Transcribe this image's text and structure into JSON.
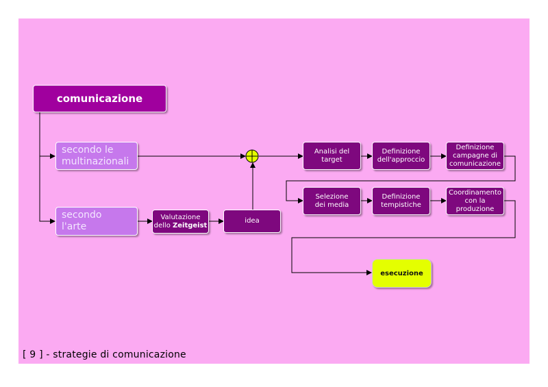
{
  "diagram": {
    "title": "comunicazione",
    "nodes": {
      "multinazionali": "secondo le\nmultinazionali",
      "arte": "secondo\nl'arte",
      "zeitgeist_pre": "Valutazione\ndello ",
      "zeitgeist_bold": "Zeitgeist",
      "idea": "idea",
      "analisi": "Analisi del\ntarget",
      "approccio": "Definizione\ndell'approccio",
      "campagne": "Definizione\ncampagne di\ncomunicazione",
      "media": "Selezione\ndei media",
      "tempistiche": "Definizione\ntempistiche",
      "coordinamento": "Coordinamento\ncon la\nproduzione",
      "esecuzione": "esecuzione"
    },
    "colors": {
      "background": "#fbaaf2",
      "dark_node": "#7e087e",
      "title_node": "#a0009e",
      "light_node": "#c678ec",
      "final_node": "#e4ff00",
      "junction": "#e4ff00"
    }
  },
  "caption": "[ 9 ] - strategie di comunicazione"
}
